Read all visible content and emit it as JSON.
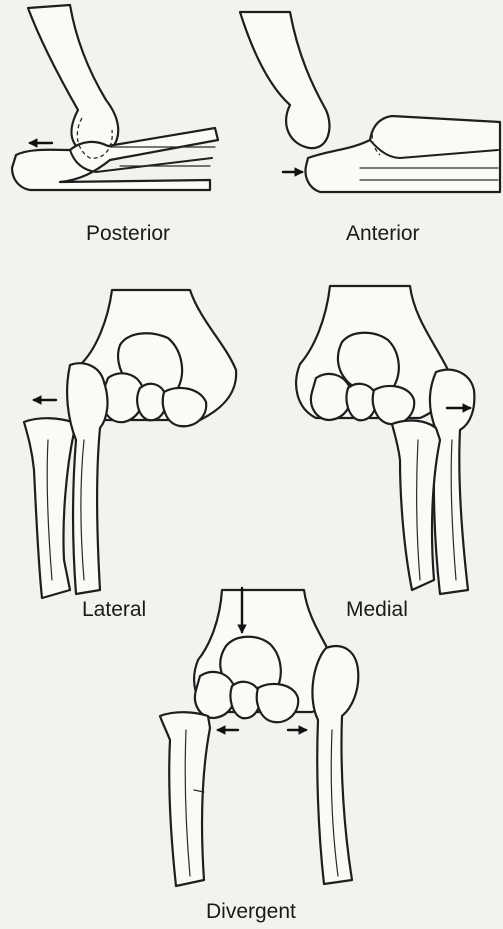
{
  "labels": {
    "posterior": "Posterior",
    "anterior": "Anterior",
    "lateral": "Lateral",
    "medial": "Medial",
    "divergent": "Divergent"
  },
  "colors": {
    "ink": "#1e1e1e",
    "paper": "#f4f2ee"
  }
}
